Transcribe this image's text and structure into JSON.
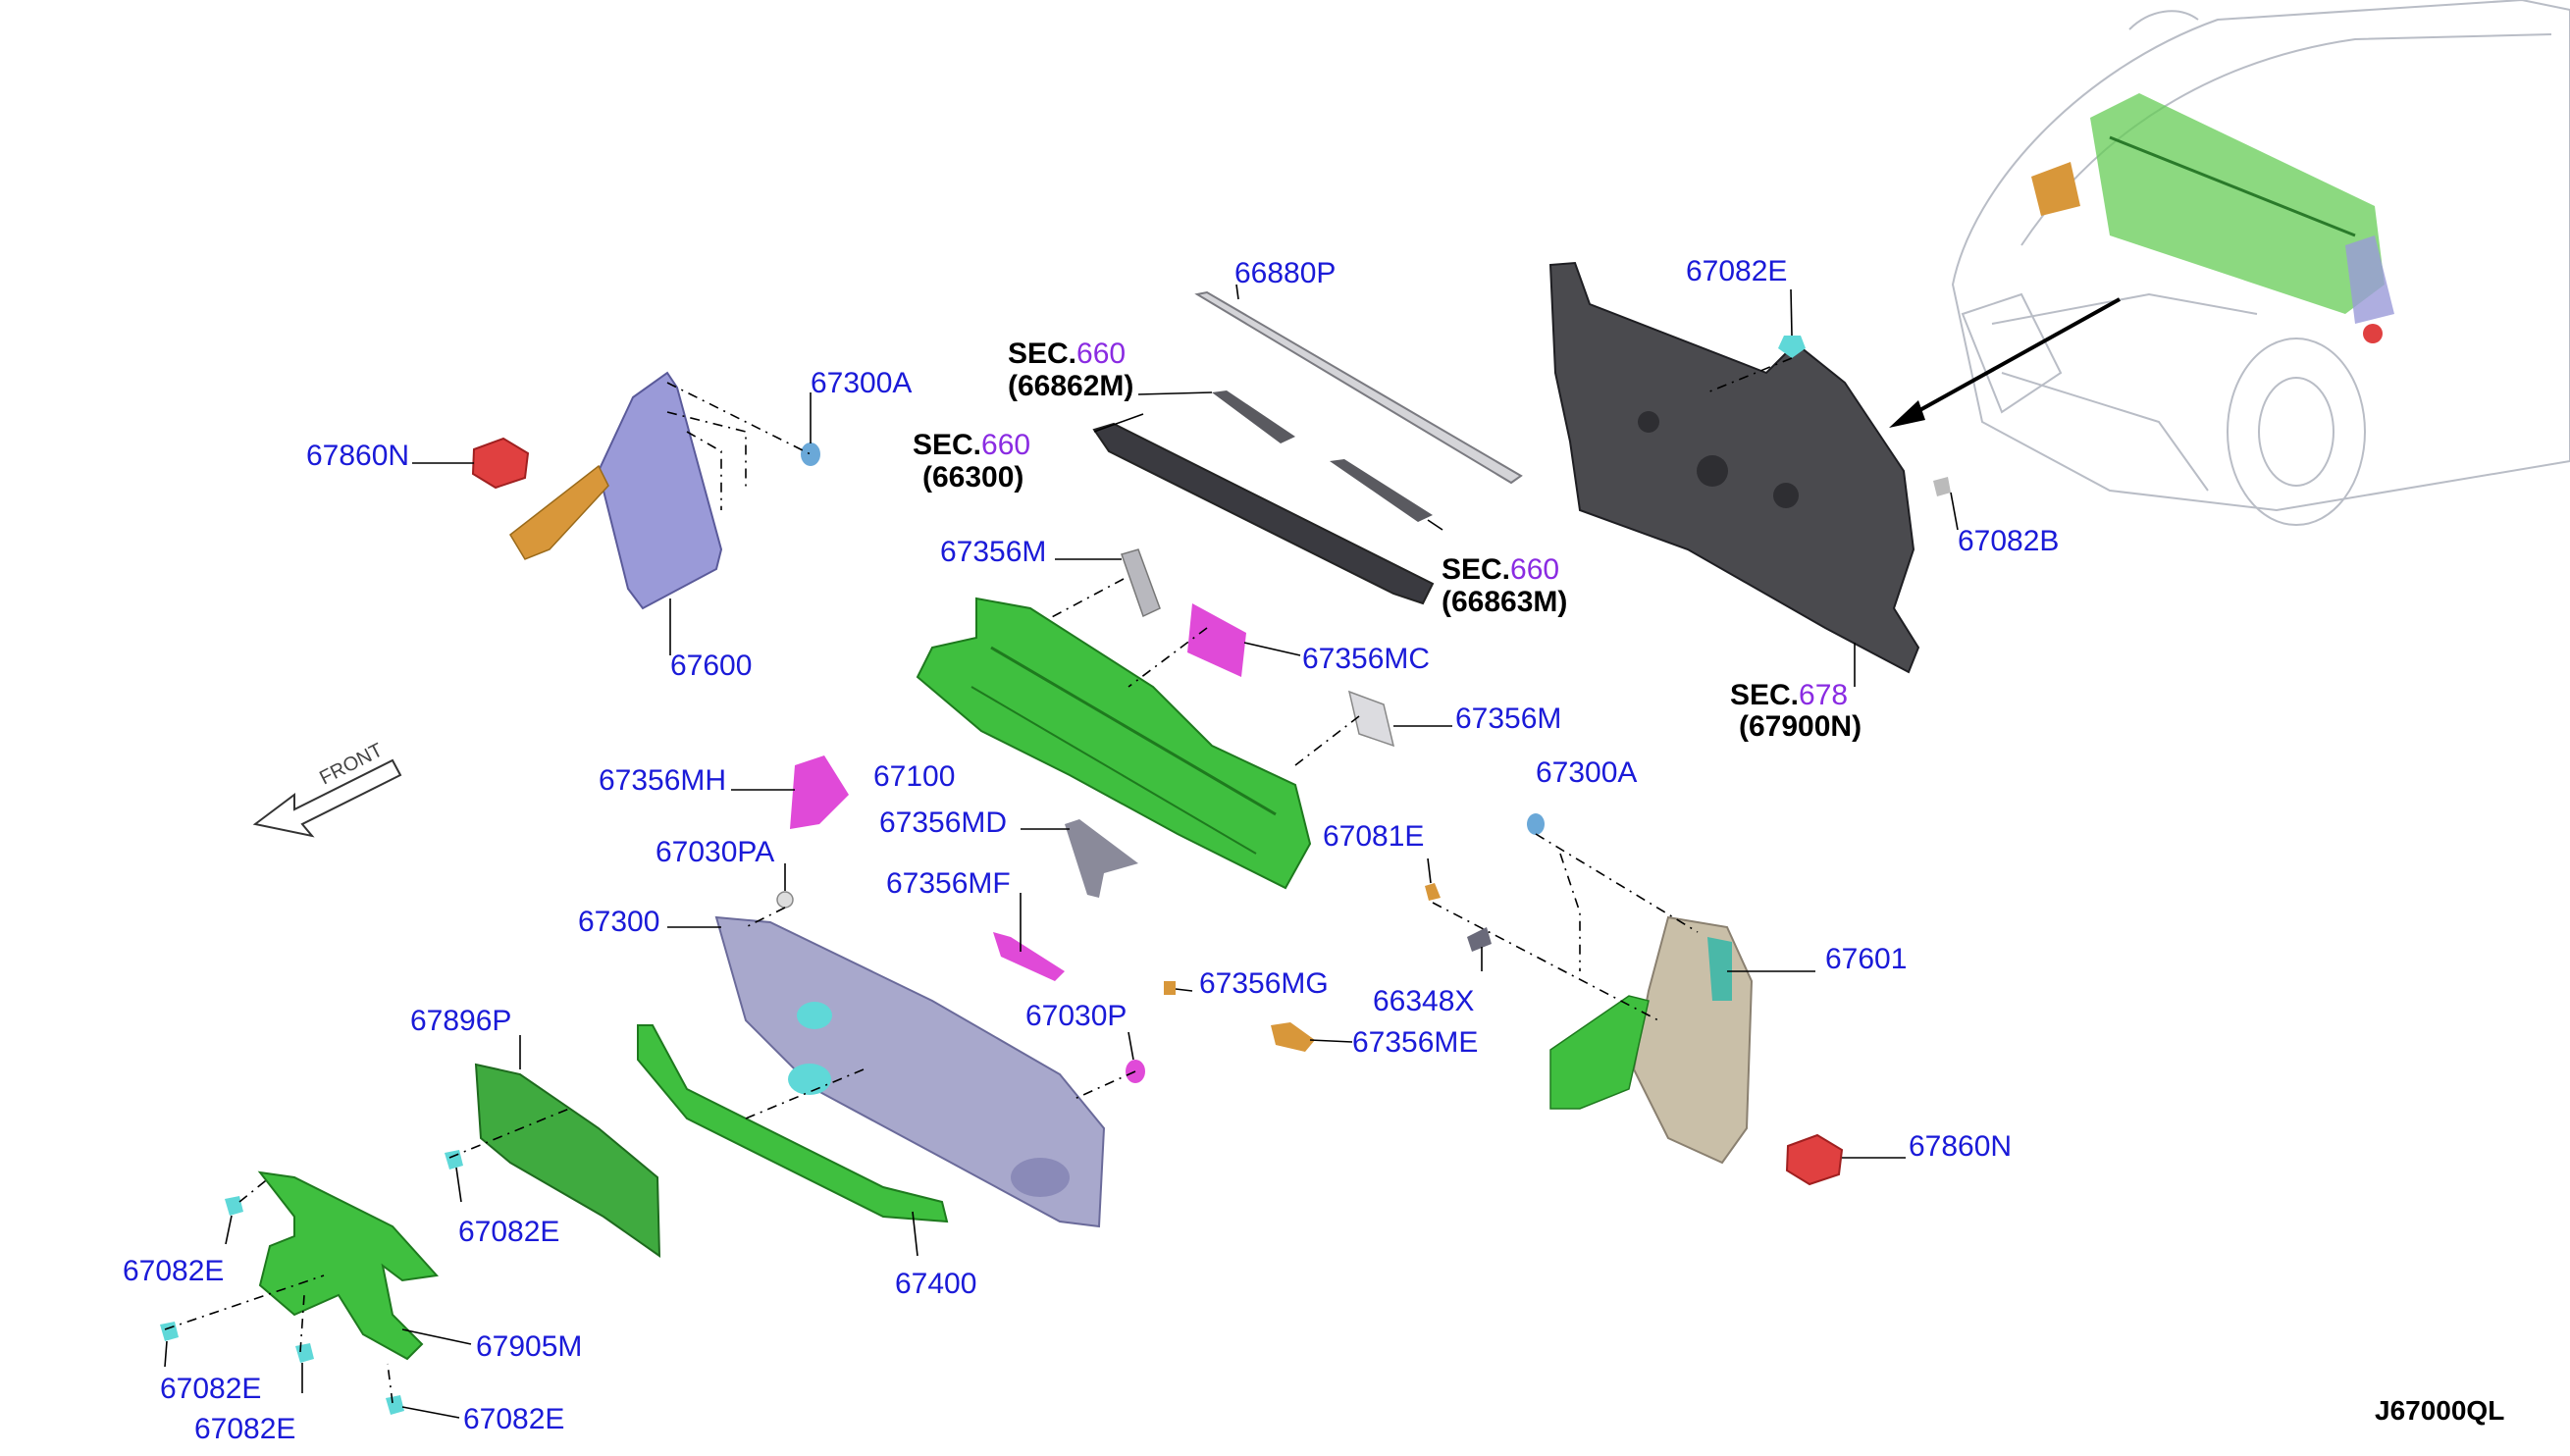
{
  "labels": {
    "p66880P": "66880P",
    "p67082E_top": "67082E",
    "p67300A_top": "67300A",
    "p67860N_left": "67860N",
    "p67600": "67600",
    "p67356M_upper": "67356M",
    "p67356MC": "67356MC",
    "p67082B": "67082B",
    "p67356M_mid": "67356M",
    "p67356MH": "67356MH",
    "p67100": "67100",
    "p67356MD": "67356MD",
    "p67030PA": "67030PA",
    "p67081E": "67081E",
    "p67300A_right": "67300A",
    "p67356MF": "67356MF",
    "p67300": "67300",
    "p67601": "67601",
    "p66348X": "66348X",
    "p67356MG": "67356MG",
    "p67896P": "67896P",
    "p67030P": "67030P",
    "p67356ME": "67356ME",
    "p67860N_right": "67860N",
    "p67082E_mid": "67082E",
    "p67400": "67400",
    "p67082E_left": "67082E",
    "p67905M": "67905M",
    "p67082E_bl1": "67082E",
    "p67082E_bl2": "67082E",
    "p67082E_bottom": "67082E"
  },
  "sections": {
    "sec1_prefix": "SEC.",
    "sec1_num": "660",
    "sec1_part": "(66862M)",
    "sec2_prefix": "SEC.",
    "sec2_num": "660",
    "sec2_part": "(66300)",
    "sec3_prefix": "SEC.",
    "sec3_num": "660",
    "sec3_part": "(66863M)",
    "sec4_prefix": "SEC.",
    "sec4_num": "678",
    "sec4_part": "(67900N)"
  },
  "front_label": "FRONT",
  "diagram_code": "J67000QL",
  "colors": {
    "label_blue": "#1a1ad8",
    "sec_purple": "#8a2be2",
    "dash_panel_green": "#3fbf3f",
    "lavender_panel": "#9a9ad8",
    "magenta_part": "#e04ad8",
    "orange_part": "#d8973a",
    "red_pad": "#e04040",
    "insulator_dark": "#4a4a4e",
    "clip_cyan": "#5fd8d8",
    "beige_panel": "#c9bfa8"
  }
}
